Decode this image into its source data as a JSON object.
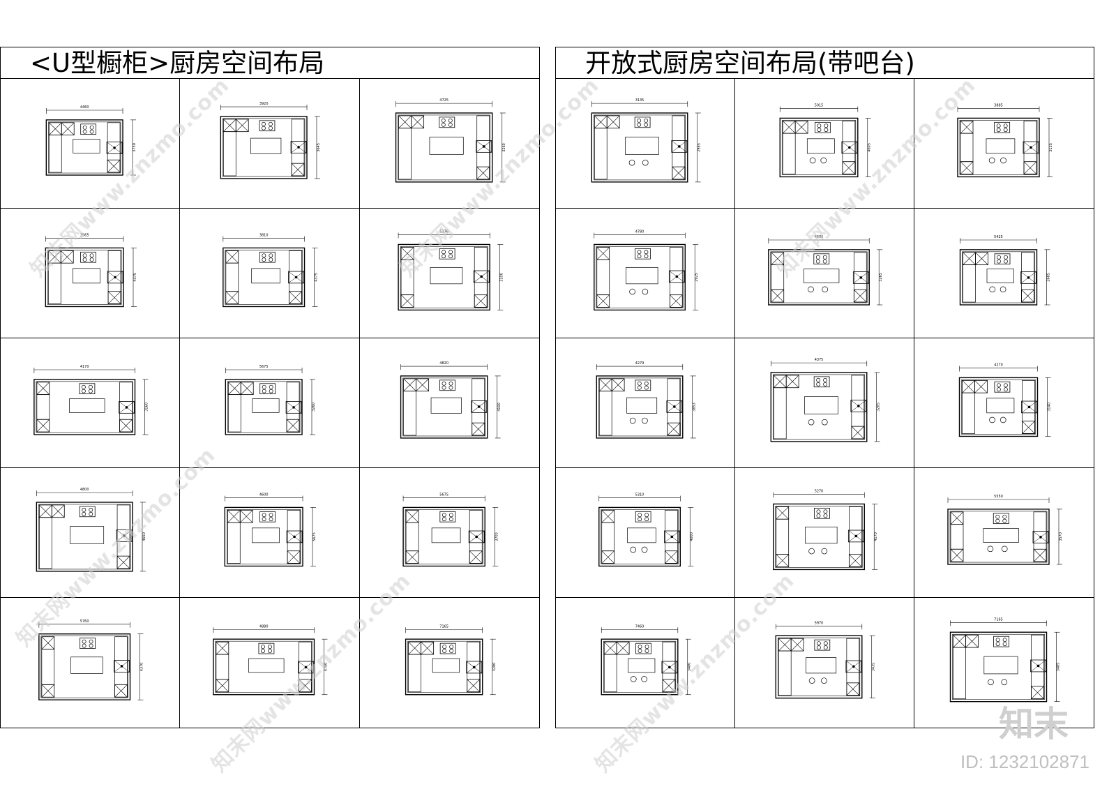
{
  "panels": [
    {
      "id": "left",
      "title": "<U型橱柜>厨房空间布局",
      "plans": [
        {
          "dim_w": "4460",
          "dim_h": "3750"
        },
        {
          "dim_w": "3920",
          "dim_h": "3645"
        },
        {
          "dim_w": "4725",
          "dim_h": "3260"
        },
        {
          "dim_w": "3565",
          "dim_h": "4375"
        },
        {
          "dim_w": "3810",
          "dim_h": "4375"
        },
        {
          "dim_w": "5376",
          "dim_h": "3100"
        },
        {
          "dim_w": "4170",
          "dim_h": "3160"
        },
        {
          "dim_w": "5675",
          "dim_h": "3260"
        },
        {
          "dim_w": "4820",
          "dim_h": "4100"
        },
        {
          "dim_w": "4800",
          "dim_h": "4650"
        },
        {
          "dim_w": "4600",
          "dim_h": "5675"
        },
        {
          "dim_w": "5675",
          "dim_h": "3700"
        },
        {
          "dim_w": "5760",
          "dim_h": "4370"
        },
        {
          "dim_w": "4880",
          "dim_h": "4700"
        },
        {
          "dim_w": "7165",
          "dim_h": "3280"
        }
      ]
    },
    {
      "id": "right",
      "title": "开放式厨房空间布局(带吧台)",
      "plans": [
        {
          "dim_w": "3135",
          "dim_h": "2985"
        },
        {
          "dim_w": "5015",
          "dim_h": "4605"
        },
        {
          "dim_w": "3885",
          "dim_h": "3135"
        },
        {
          "dim_w": "4780",
          "dim_h": "2925"
        },
        {
          "dim_w": "4600",
          "dim_h": "3265"
        },
        {
          "dim_w": "5425",
          "dim_h": "2685"
        },
        {
          "dim_w": "4279",
          "dim_h": "3853"
        },
        {
          "dim_w": "4375",
          "dim_h": "3285"
        },
        {
          "dim_w": "4270",
          "dim_h": "3140"
        },
        {
          "dim_w": "5310",
          "dim_h": "4000"
        },
        {
          "dim_w": "5270",
          "dim_h": "4170"
        },
        {
          "dim_w": "5550",
          "dim_h": "3570"
        },
        {
          "dim_w": "7460",
          "dim_h": "3480"
        },
        {
          "dim_w": "5970",
          "dim_h": "3435"
        },
        {
          "dim_w": "7165",
          "dim_h": "3485"
        }
      ]
    }
  ],
  "watermarks": [
    "知末网www.znzmo.com",
    "知末网www.znzmo.com",
    "知末网www.znzmo.com",
    "知末网www.znzmo.com",
    "知末网www.znzmo.com",
    "知末网www.znzmo.com"
  ],
  "logo": "知末",
  "asset_id": "ID: 1232102871"
}
